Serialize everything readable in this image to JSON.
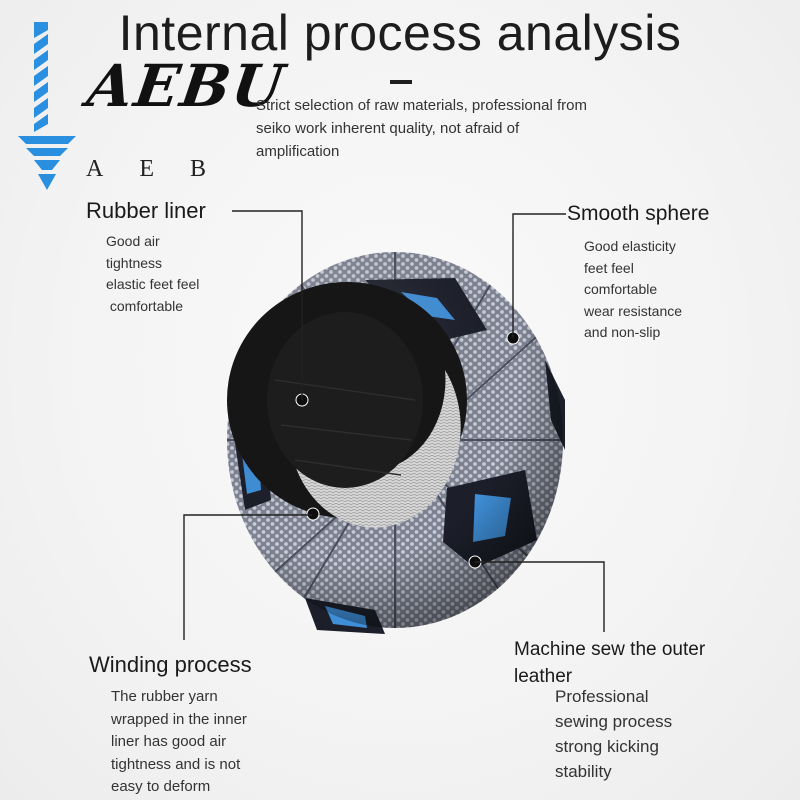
{
  "title": "Internal process analysis",
  "intro": "Strict selection of raw materials, professional from seiko work inherent quality, not afraid of amplification",
  "logo": {
    "script": "AEBU",
    "letters": "AEB"
  },
  "callouts": {
    "rubber_liner": {
      "title": "Rubber liner",
      "body": [
        "Good air",
        "tightness",
        "elastic feet feel",
        " comfortable"
      ]
    },
    "smooth_sphere": {
      "title": "Smooth sphere",
      "body": [
        "Good elasticity",
        "feet feel",
        "comfortable",
        "wear resistance",
        "and non-slip"
      ]
    },
    "winding_process": {
      "title": "Winding process",
      "body": [
        "The rubber yarn",
        "wrapped in the inner",
        "liner has good air",
        "tightness and is not",
        "easy to deform"
      ]
    },
    "machine_sew": {
      "title_lines": [
        "Machine sew the outer",
        "leather"
      ],
      "body": [
        "Professional",
        "sewing process",
        "strong kicking",
        "stability"
      ]
    }
  },
  "colors": {
    "ball_grey": "#8a8e9c",
    "ball_dark": "#1c1f2a",
    "accent_blue": "#3f8fd8",
    "logo_blue": "#2b8fe0",
    "liner_black": "#141414",
    "winding_grey": "#d9d9d9"
  },
  "icons": {
    "logo": "arrow-down-chevron-logo",
    "pointer": "dot-pointer"
  }
}
